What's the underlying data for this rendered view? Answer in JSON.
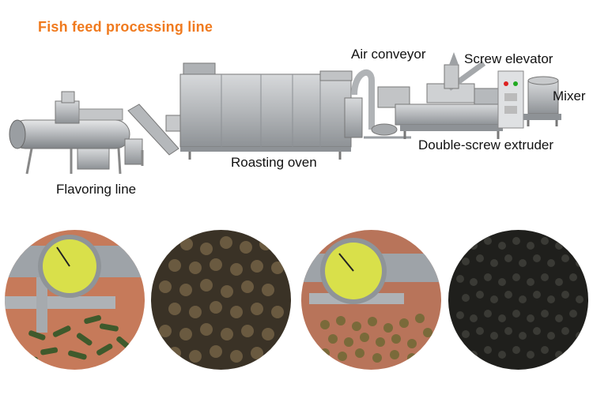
{
  "title": "Fish feed processing line",
  "labels": {
    "air_conveyor": "Air conveyor",
    "screw_elevator": "Screw elevator",
    "mixer": "Mixer",
    "double_screw_extruder": "Double-screw extruder",
    "roasting_oven": "Roasting oven",
    "flavoring_line": "Flavoring line"
  },
  "colors": {
    "title": "#f07a1e",
    "steel": "#b9bcbf",
    "steel_dark": "#8c9094",
    "gauge_face": "#d9e04a",
    "pellet_green": "#3f5a2c",
    "pellet_brown": "#5b4a33",
    "pellet_black": "#2a2a27"
  },
  "photos": [
    {
      "name": "caliper-long-pellets-photo",
      "icon": "caliper-gauge-icon"
    },
    {
      "name": "brown-pellets-photo",
      "icon": "pellet-pile-icon"
    },
    {
      "name": "caliper-round-pellets-photo",
      "icon": "caliper-gauge-icon"
    },
    {
      "name": "black-pellets-photo",
      "icon": "pellet-pile-icon"
    }
  ]
}
